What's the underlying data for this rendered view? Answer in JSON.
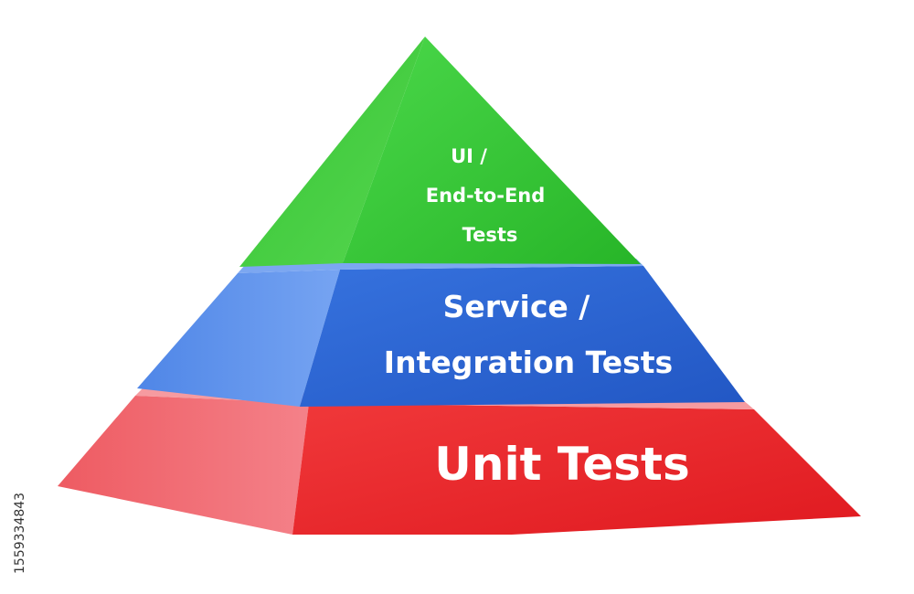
{
  "pyramid": {
    "top": {
      "lines": [
        "UI /",
        "End-to-End",
        "Tests"
      ],
      "color_front": "#3fce3c",
      "color_side": "#2a9e28"
    },
    "middle": {
      "lines": [
        "Service /",
        "Integration Tests"
      ],
      "color_front": "#2f63cf",
      "color_side": "#5e93ee"
    },
    "bottom": {
      "lines": [
        "Unit Tests"
      ],
      "color_front": "#e92a2c",
      "color_side": "#f26a6f"
    }
  },
  "stock_id": "1559334843"
}
